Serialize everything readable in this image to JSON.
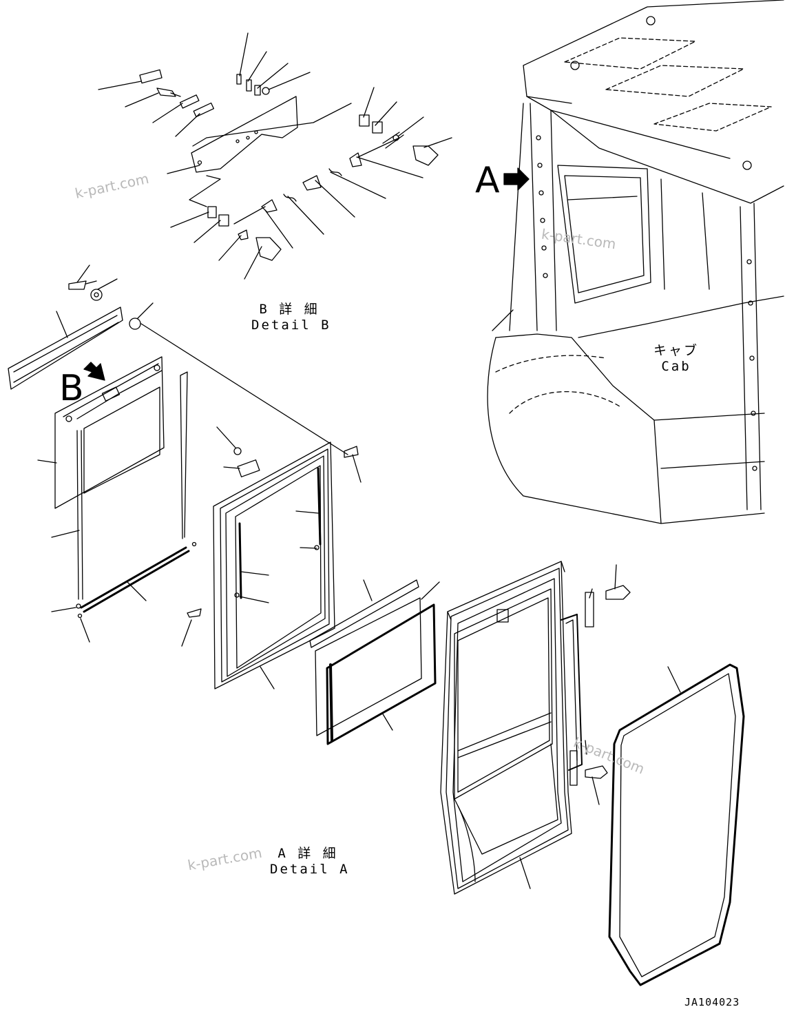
{
  "labels": {
    "view_a": "A",
    "view_b": "B",
    "detail_b_jp": "B 詳 細",
    "detail_b_en": "Detail B",
    "detail_a_jp": "A 詳 細",
    "detail_a_en": "Detail A",
    "cab_jp": "キャブ",
    "cab_en": "Cab",
    "drawing_code": "JA104023"
  },
  "watermarks": [
    "k-part.com",
    "k-part.com",
    "k-part.com",
    "k-part.com"
  ]
}
